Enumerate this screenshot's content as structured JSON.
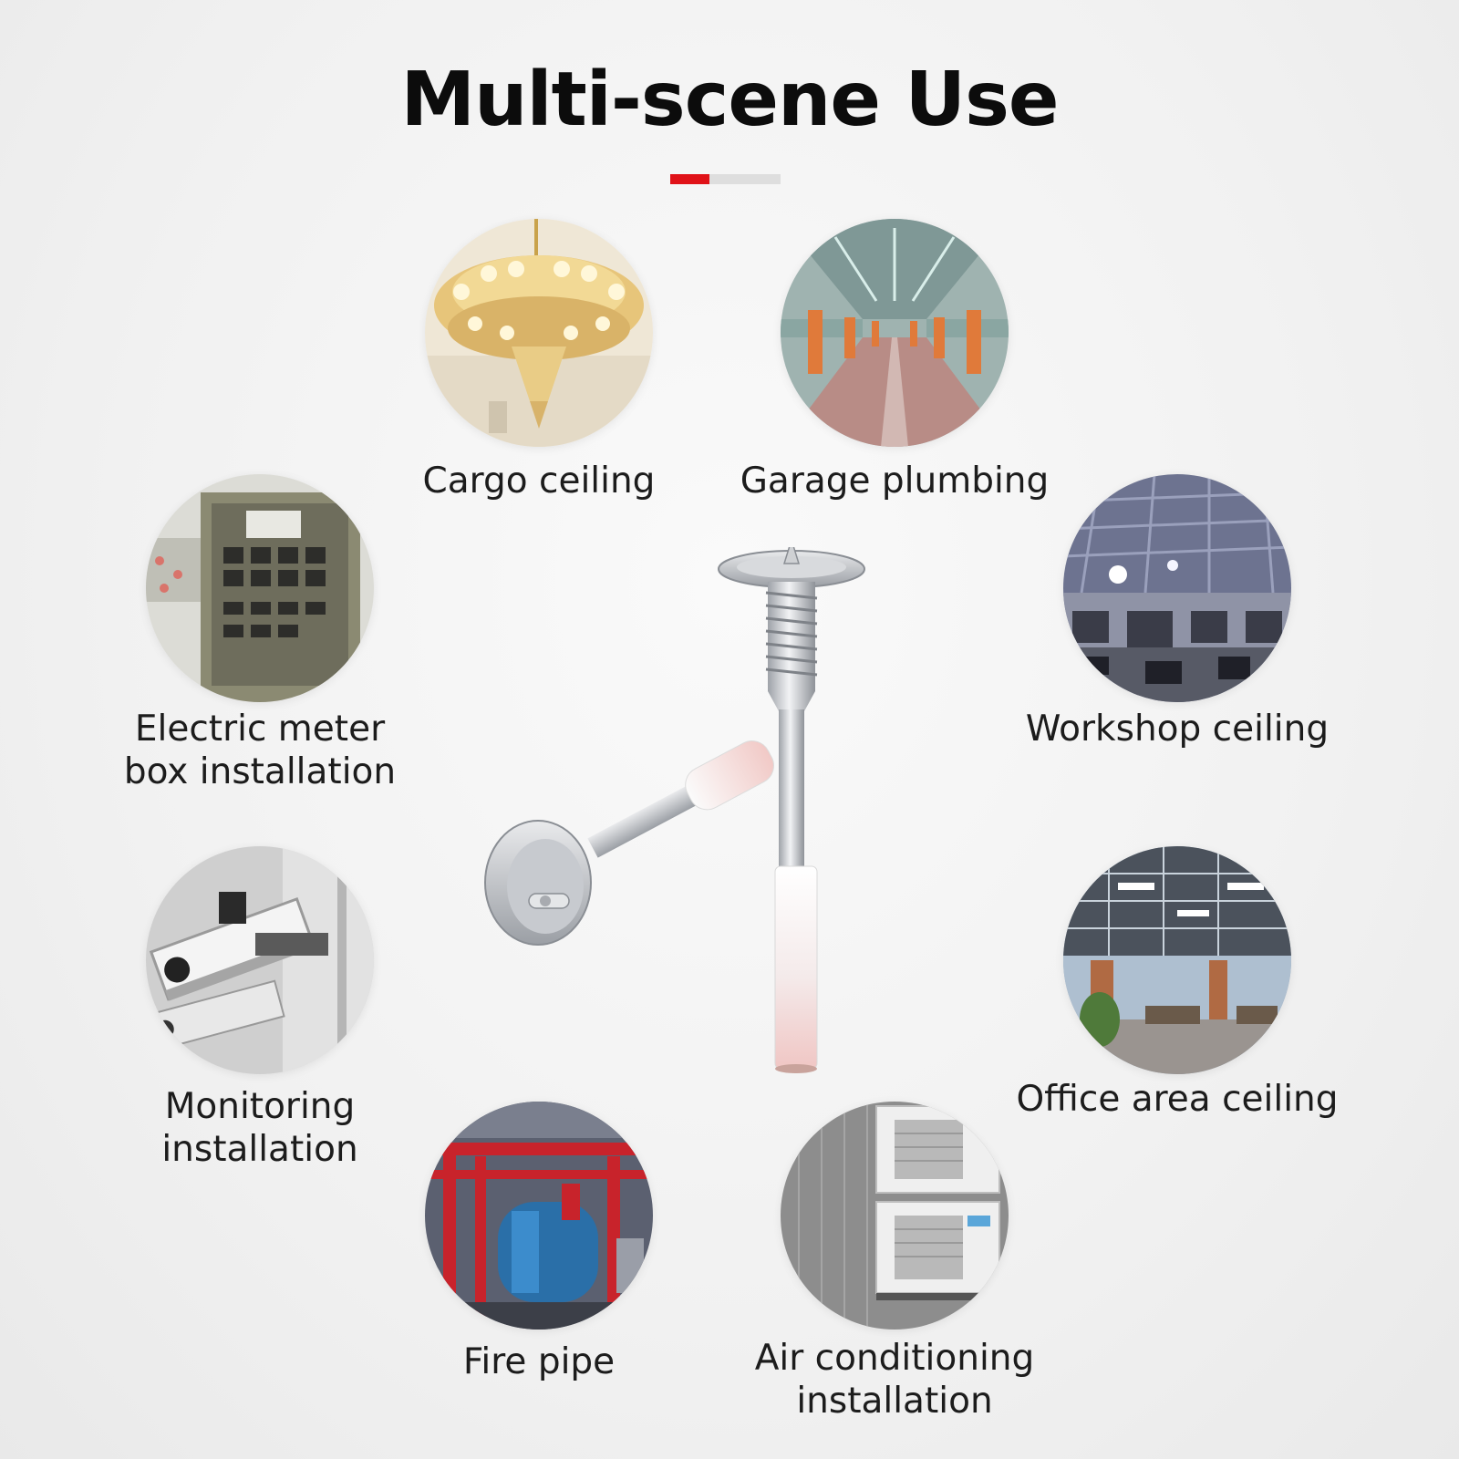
{
  "title": "Multi-scene Use",
  "accent_color": "#e01218",
  "scenes": [
    {
      "label": "Cargo ceiling",
      "icon": "chandelier-photo"
    },
    {
      "label": "Garage plumbing",
      "icon": "parking-garage-photo"
    },
    {
      "label": "Electric meter\nbox installation",
      "icon": "electric-meter-box-photo"
    },
    {
      "label": "Workshop ceiling",
      "icon": "workshop-ceiling-photo"
    },
    {
      "label": "Monitoring\ninstallation",
      "icon": "security-camera-photo"
    },
    {
      "label": "Office area ceiling",
      "icon": "office-ceiling-photo"
    },
    {
      "label": "Fire pipe",
      "icon": "fire-pipe-photo"
    },
    {
      "label": "Air conditioning\ninstallation",
      "icon": "air-conditioner-photo"
    }
  ],
  "product": {
    "icon": "ceiling-nail-anchor-product"
  }
}
